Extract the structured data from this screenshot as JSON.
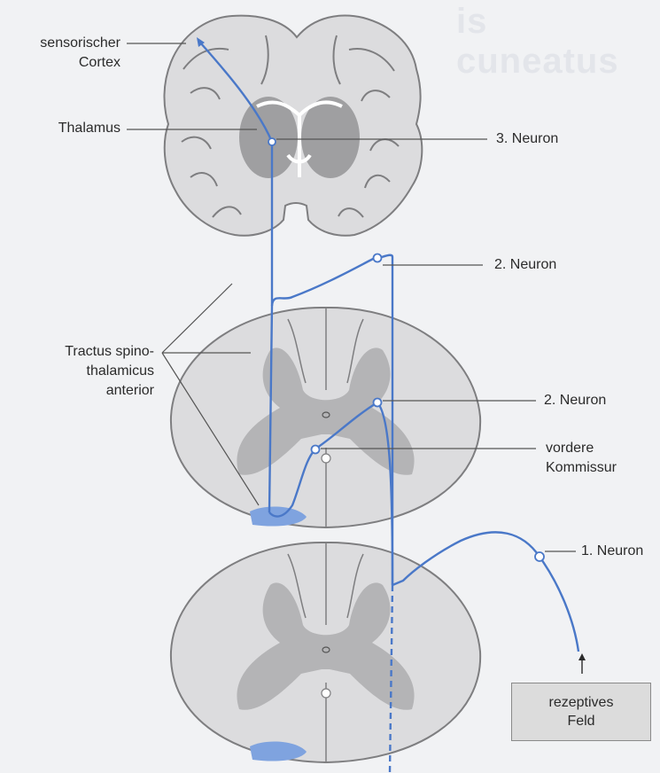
{
  "background_title": "is cuneatus",
  "labels": {
    "sensory_cortex_line1": "sensorischer",
    "sensory_cortex_line2": "Cortex",
    "thalamus": "Thalamus",
    "neuron3": "3. Neuron",
    "neuron2_upper": "2. Neuron",
    "tract_line1": "Tractus spino-",
    "tract_line2": "thalamicus",
    "tract_line3": "anterior",
    "neuron2_lower": "2. Neuron",
    "commissure_line1": "vordere",
    "commissure_line2": "Kommissur",
    "neuron1": "1. Neuron"
  },
  "receptive_field": {
    "line1": "rezeptives",
    "line2": "Feld"
  },
  "colors": {
    "pathway": "#4a78c8",
    "tract_fill": "#7fa3df",
    "gray_matter": "#b4b4b6",
    "white_matter": "#dcdcde",
    "outline": "#7e7e80",
    "leader": "#555555"
  }
}
